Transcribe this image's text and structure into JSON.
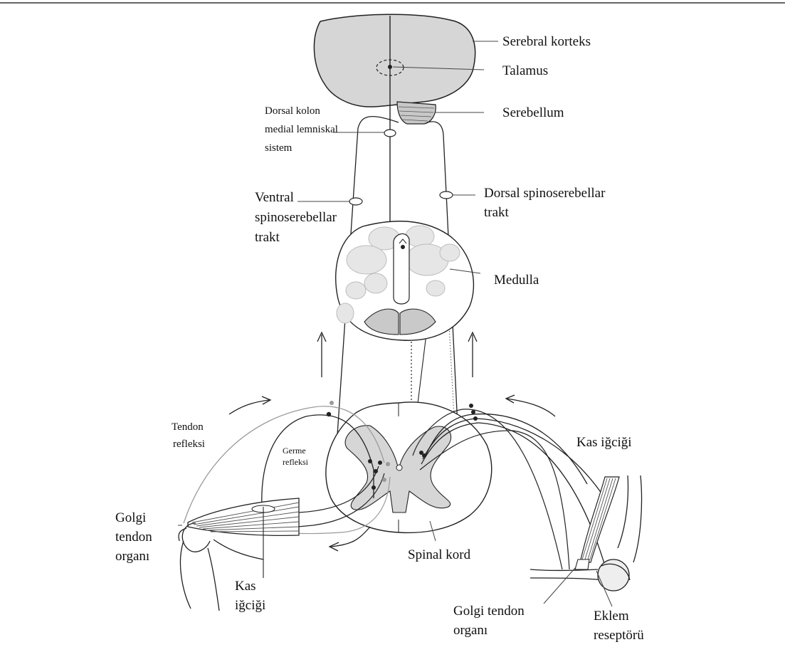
{
  "diagram": {
    "labels": {
      "serebral_korteks": "Serebral korteks",
      "talamus": "Talamus",
      "serebellum": "Serebellum",
      "dorsal_kolon": [
        "Dorsal kolon",
        "medial lemniskal",
        "sistem"
      ],
      "ventral_spinoserebellar": [
        "Ventral",
        "spinoserebellar",
        "trakt"
      ],
      "dorsal_spinoserebellar": [
        "Dorsal spinoserebellar",
        "trakt"
      ],
      "medulla": "Medulla",
      "tendon_refleksi": [
        "Tendon",
        "refleksi"
      ],
      "germe_refleksi": [
        "Germe",
        "refleksi"
      ],
      "kas_igcigi_right": "Kas iğciği",
      "golgi_tendon_organi_left": [
        "Golgi",
        "tendon",
        "organı"
      ],
      "spinal_kord": "Spinal kord",
      "kas_igcigi_left": [
        "Kas",
        "iğciği"
      ],
      "golgi_tendon_organi_right": [
        "Golgi tendon",
        "organı"
      ],
      "eklem_reseptoru": [
        "Eklem",
        "reseptörü"
      ]
    },
    "colors": {
      "stroke": "#222222",
      "tissue_fill": "#d6d6d6",
      "light_fill": "#e6e6e6",
      "faint_stroke": "#9a9a9a",
      "background": "#ffffff"
    }
  }
}
